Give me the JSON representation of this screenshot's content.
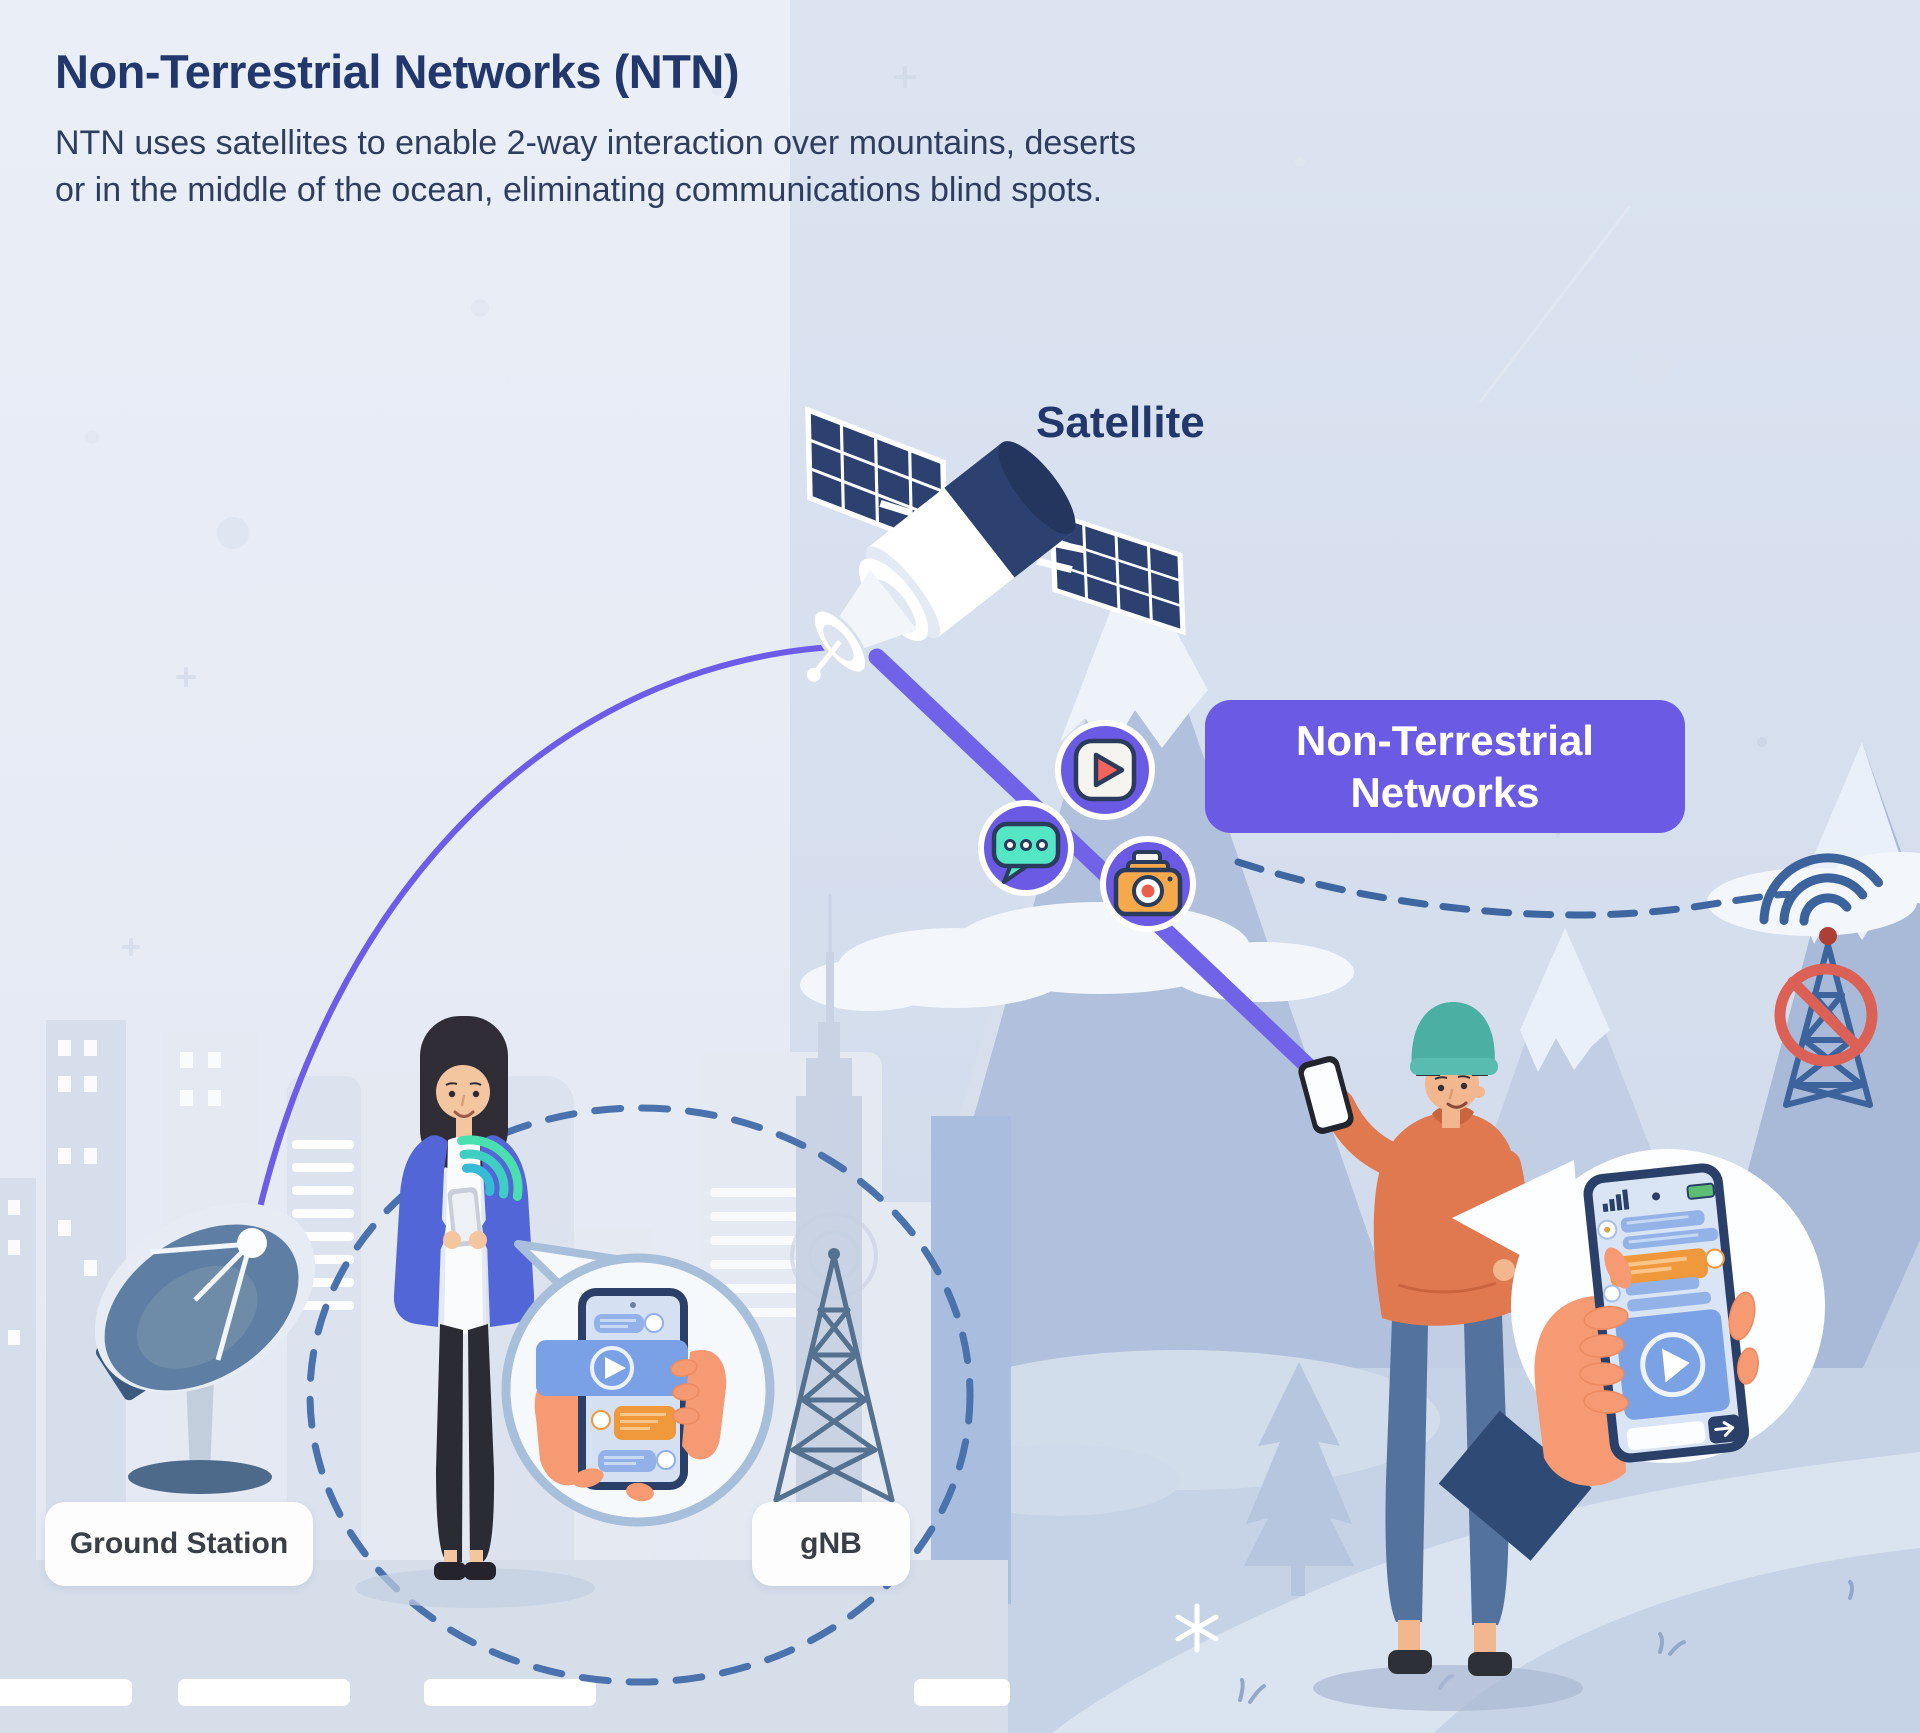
{
  "header": {
    "title": "Non-Terrestrial Networks (NTN)",
    "subtitle_lines": [
      "NTN uses satellites to enable 2-way interaction over mountains, deserts",
      "or in the middle of the ocean, eliminating communications blind spots."
    ]
  },
  "diagram": {
    "satellite_label": "Satellite",
    "ntn_badge": {
      "line1": "Non-Terrestrial",
      "line2": "Networks"
    },
    "ground_station_label": "Ground Station",
    "gnb_label": "gNB",
    "icons": [
      {
        "name": "video-play-icon"
      },
      {
        "name": "chat-message-icon"
      },
      {
        "name": "camera-icon"
      }
    ],
    "colors": {
      "accent_purple": "#6A5AE4",
      "link_purple": "#6C5CE7",
      "dashed_blue": "#4A72AC",
      "title_navy": "#22376B",
      "body_text": "#2F3E5E",
      "alert_red": "#DB6156",
      "wifi_teal": "#3FCEC2",
      "label_text": "#3A3F47"
    }
  }
}
